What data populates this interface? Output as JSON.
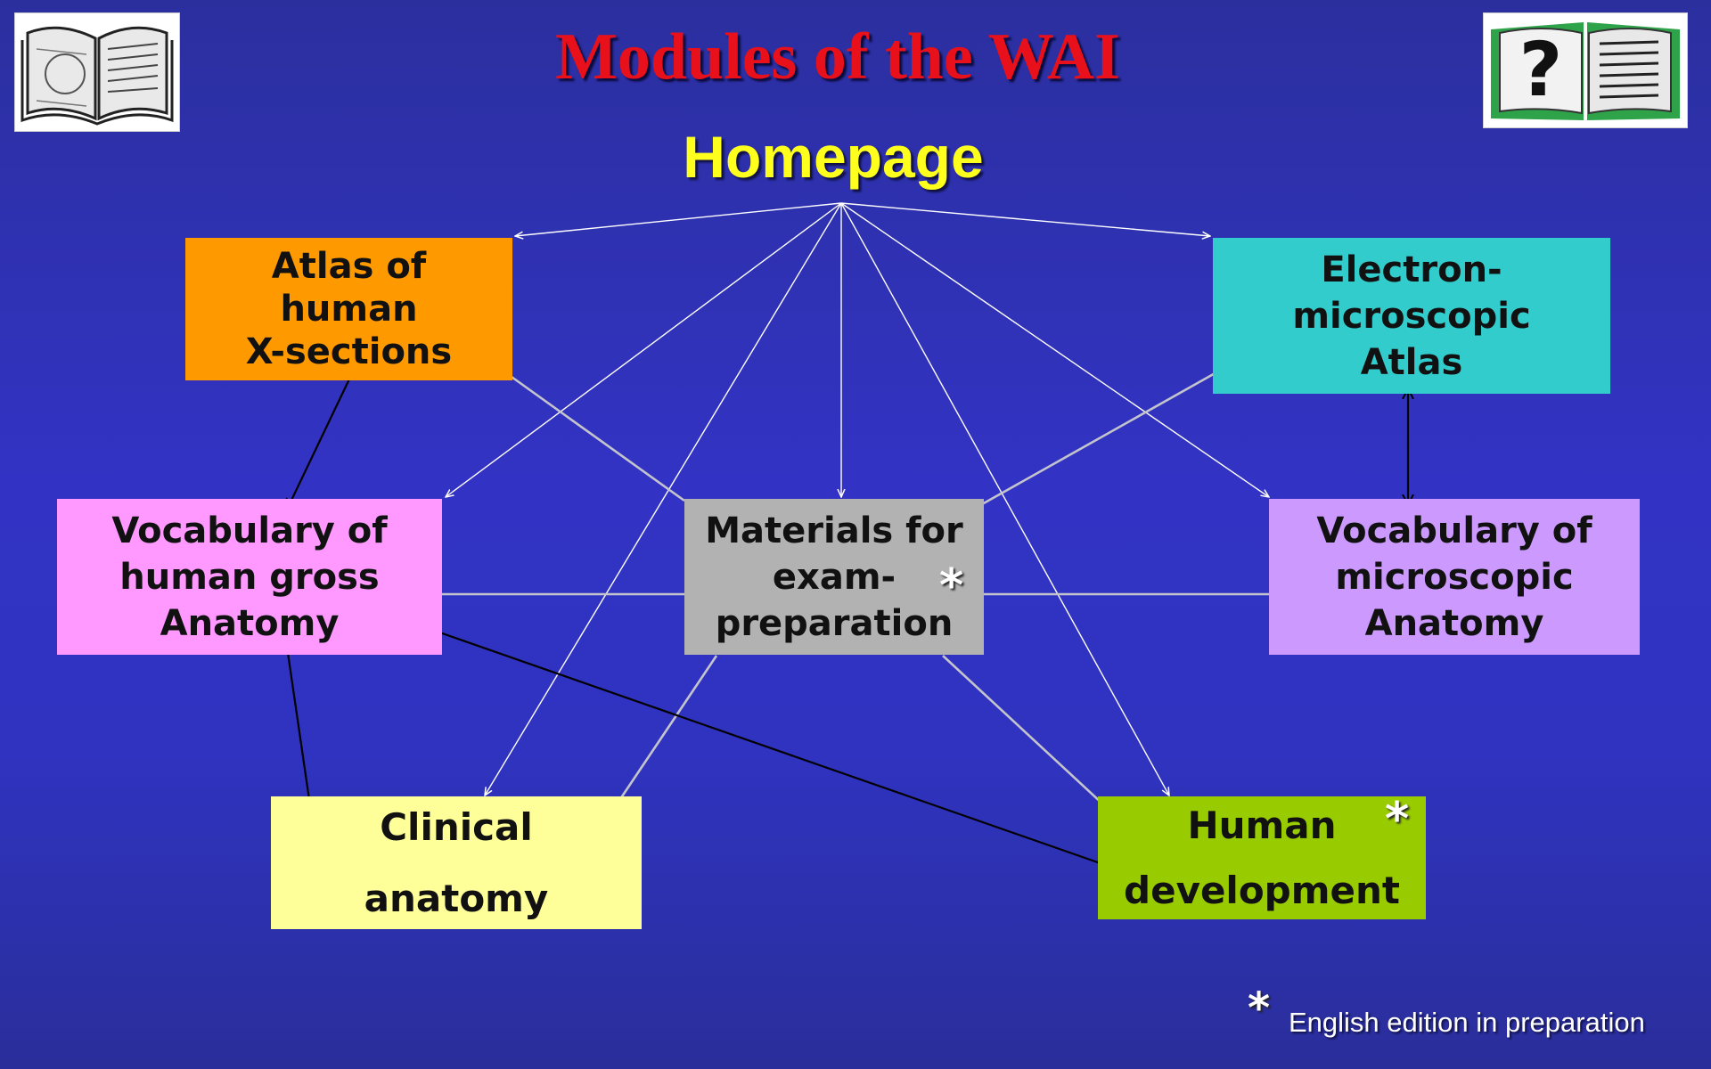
{
  "title": "Modules of the WAI",
  "homepage": "Homepage",
  "modules": {
    "atlas_xsections": [
      "Atlas of",
      "human",
      "X-sections"
    ],
    "em_atlas": [
      "Electron-",
      "microscopic",
      "Atlas"
    ],
    "vocab_gross": [
      "Vocabulary of",
      "human gross",
      "Anatomy"
    ],
    "materials": [
      "Materials for",
      "exam-",
      "preparation"
    ],
    "vocab_micro": [
      "Vocabulary of",
      "microscopic",
      "Anatomy"
    ],
    "clinical": [
      "Clinical",
      "anatomy"
    ],
    "development": [
      "Human",
      "development"
    ]
  },
  "asterisk": "*",
  "footnote": "English edition in preparation",
  "icons": {
    "left": "open-book-icon",
    "right": "help-book-icon"
  },
  "colors": {
    "title": "#e8101a",
    "homepage": "#ffff1e",
    "atlas_xsections": "#ff9900",
    "em_atlas": "#33cccc",
    "vocab_gross": "#ff99ff",
    "materials": "#b2b2b2",
    "vocab_micro": "#cc99ff",
    "clinical": "#ffff99",
    "development": "#99cc00"
  }
}
